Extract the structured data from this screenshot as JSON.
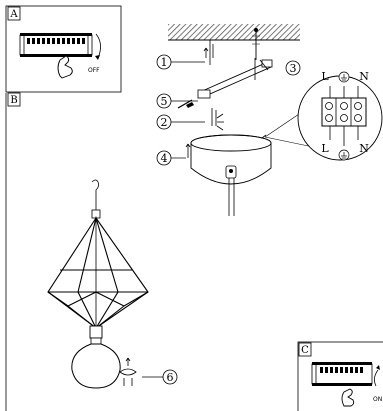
{
  "panel_a": {
    "letter": "A",
    "switch_text": "OFF"
  },
  "panel_b": {
    "letter": "B"
  },
  "panel_c": {
    "letter": "C",
    "switch_text": "ON"
  },
  "callouts": {
    "c1": "1",
    "c2": "2",
    "c3": "3",
    "c4": "4",
    "c5": "5",
    "c6": "6"
  },
  "terminal": {
    "live": "L",
    "neutral": "N"
  },
  "colors": {
    "ink": "#000000",
    "hatch": "#555555",
    "paper": "#ffffff"
  }
}
